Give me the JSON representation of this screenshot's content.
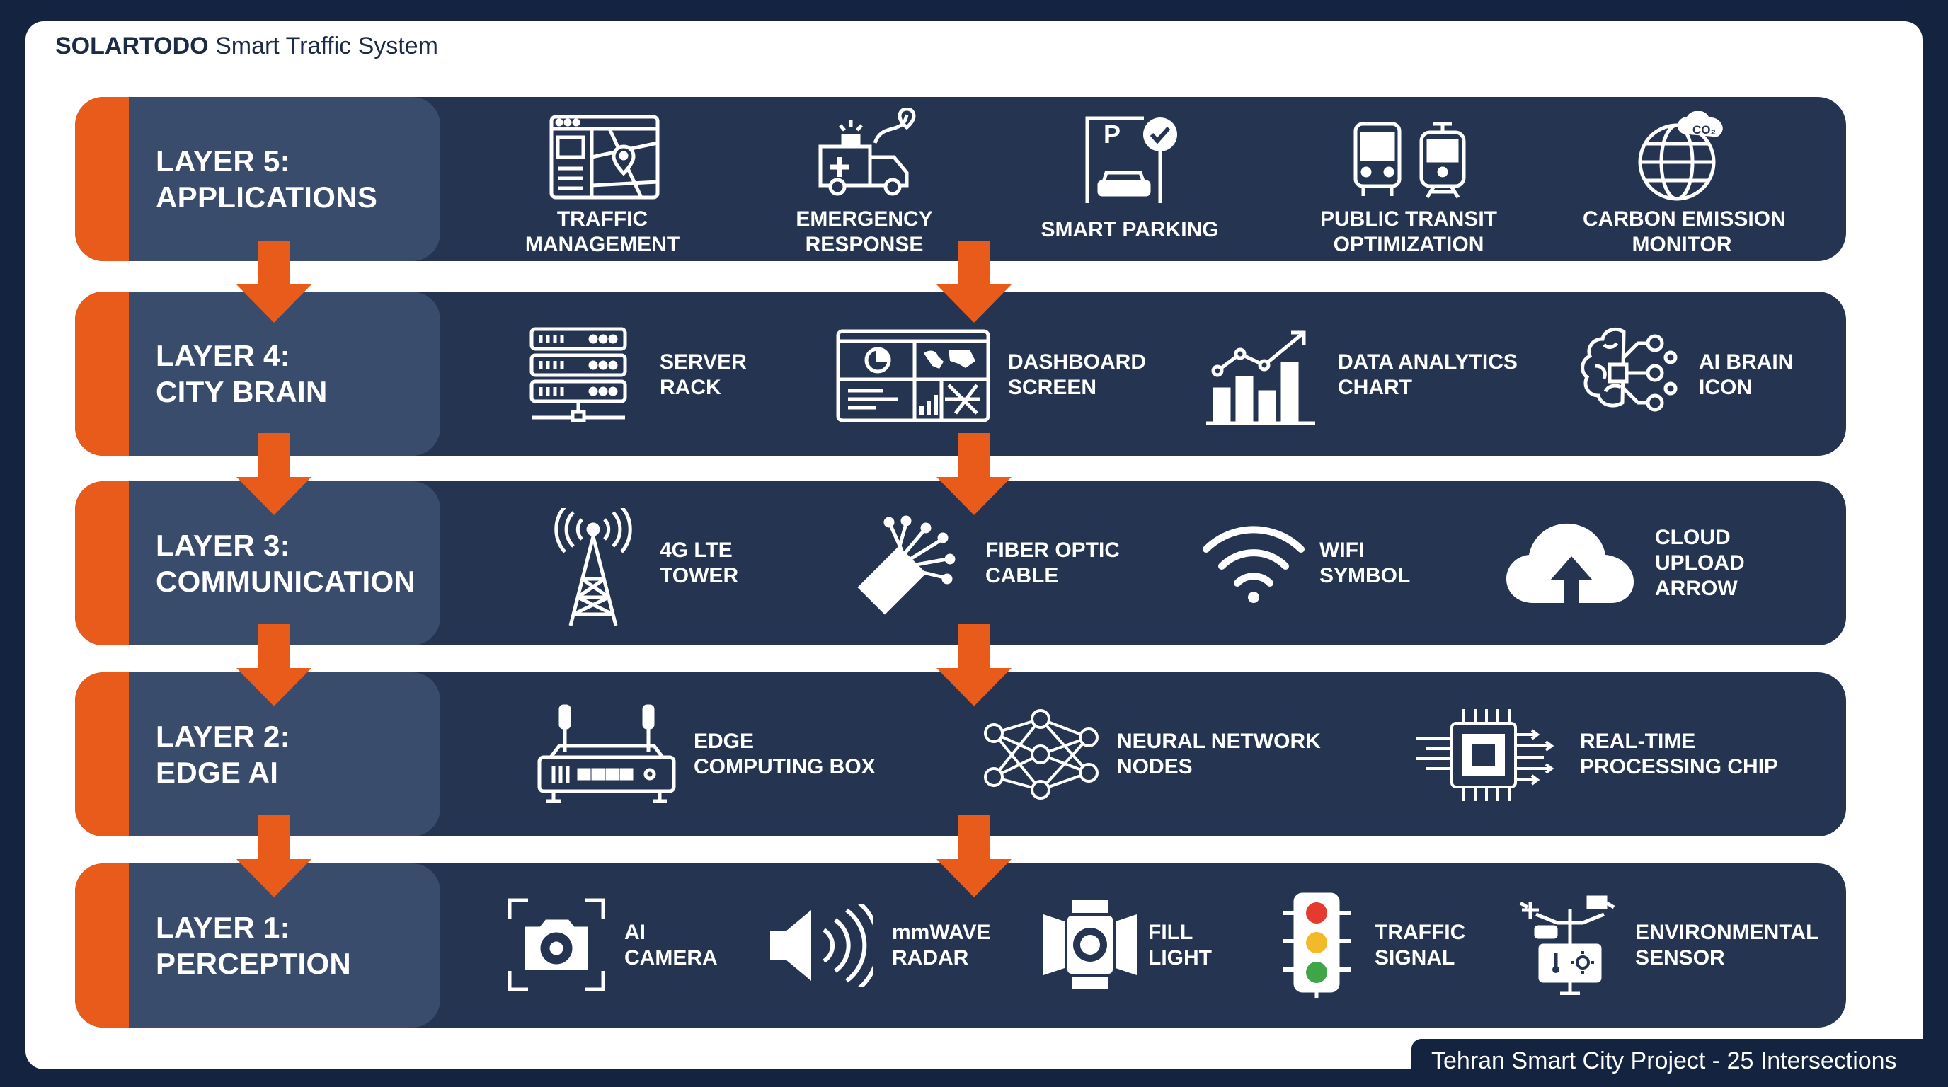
{
  "header": {
    "brand": "SOLARTODO",
    "title": "Smart Traffic System"
  },
  "footer": {
    "text": "Tehran Smart City Project - 25 Intersections"
  },
  "colors": {
    "accent": "#e95b1a",
    "layer_bg": "#243451",
    "label_bg": "#3a4c6c",
    "frame": "#142340"
  },
  "layers": [
    {
      "line1": "LAYER 5:",
      "line2": "APPLICATIONS",
      "items": [
        {
          "icon": "map-icon",
          "line1": "TRAFFIC",
          "line2": "MANAGEMENT"
        },
        {
          "icon": "ambulance-icon",
          "line1": "EMERGENCY",
          "line2": "RESPONSE"
        },
        {
          "icon": "parking-icon",
          "line1": "SMART PARKING"
        },
        {
          "icon": "bus-train-icon",
          "line1": "PUBLIC TRANSIT",
          "line2": "OPTIMIZATION"
        },
        {
          "icon": "globe-co2-icon",
          "line1": "CARBON EMISSION",
          "line2": "MONITOR"
        }
      ]
    },
    {
      "line1": "LAYER 4:",
      "line2": "CITY BRAIN",
      "items": [
        {
          "icon": "server-rack-icon",
          "line1": "SERVER",
          "line2": "RACK"
        },
        {
          "icon": "dashboard-icon",
          "line1": "DASHBOARD",
          "line2": "SCREEN"
        },
        {
          "icon": "bar-chart-icon",
          "line1": "DATA ANALYTICS",
          "line2": "CHART"
        },
        {
          "icon": "ai-brain-icon",
          "line1": "AI BRAIN",
          "line2": "ICON"
        }
      ]
    },
    {
      "line1": "LAYER 3:",
      "line2": "COMMUNICATION",
      "items": [
        {
          "icon": "cell-tower-icon",
          "line1": "4G LTE",
          "line2": "TOWER"
        },
        {
          "icon": "fiber-cable-icon",
          "line1": "FIBER OPTIC",
          "line2": "CABLE"
        },
        {
          "icon": "wifi-icon",
          "line1": "WIFI",
          "line2": "SYMBOL"
        },
        {
          "icon": "cloud-upload-icon",
          "line1": "CLOUD",
          "line2": "UPLOAD",
          "line3": "ARROW"
        }
      ]
    },
    {
      "line1": "LAYER 2:",
      "line2": "EDGE AI",
      "items": [
        {
          "icon": "router-icon",
          "line1": "EDGE",
          "line2": "COMPUTING BOX"
        },
        {
          "icon": "neural-network-icon",
          "line1": "NEURAL NETWORK",
          "line2": "NODES"
        },
        {
          "icon": "chip-icon",
          "line1": "REAL-TIME",
          "line2": "PROCESSING CHIP"
        }
      ]
    },
    {
      "line1": "LAYER 1:",
      "line2": "PERCEPTION",
      "items": [
        {
          "icon": "camera-icon",
          "line1": "AI",
          "line2": "CAMERA"
        },
        {
          "icon": "radar-icon",
          "line1": "mmWAVE",
          "line2": "RADAR"
        },
        {
          "icon": "fill-light-icon",
          "line1": "FILL",
          "line2": "LIGHT"
        },
        {
          "icon": "traffic-light-icon",
          "line1": "TRAFFIC",
          "line2": "SIGNAL"
        },
        {
          "icon": "weather-sensor-icon",
          "line1": "ENVIRONMENTAL",
          "line2": "SENSOR"
        }
      ]
    }
  ]
}
